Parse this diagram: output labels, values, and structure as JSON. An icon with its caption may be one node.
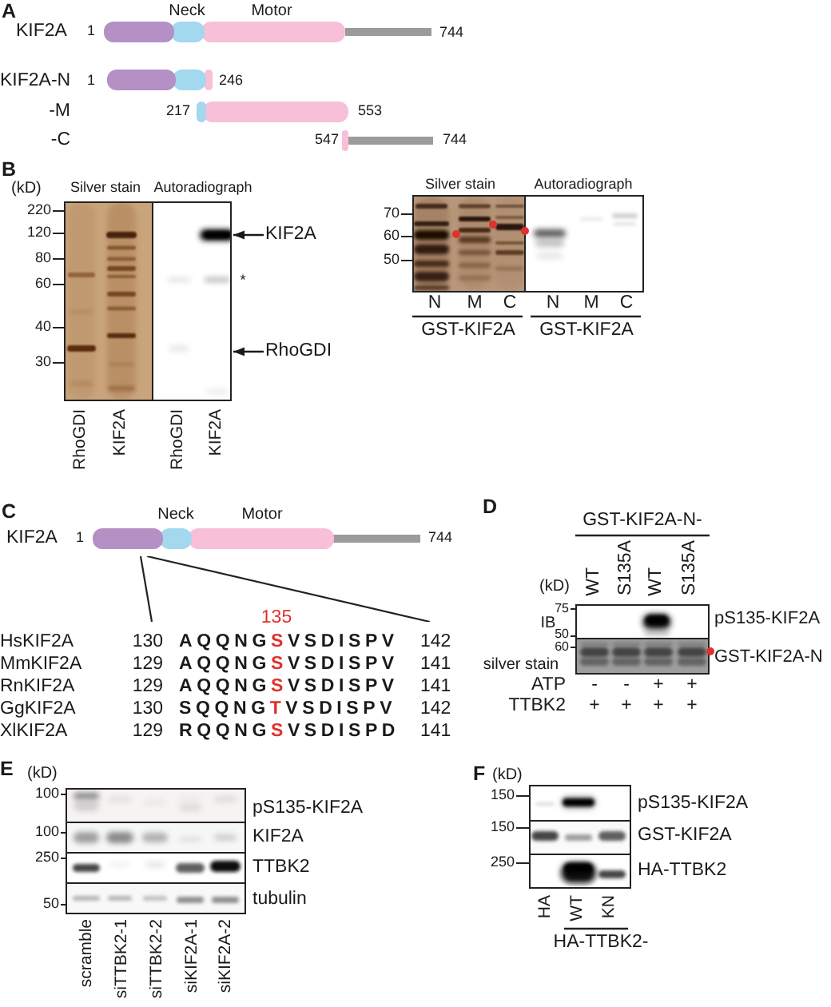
{
  "diagram": {
    "nodes": [
      {
        "text": [],
        "shape": "picture"
      },
      {
        "text": [],
        "shape": "picture"
      },
      {
        "text": [
          "KIF2A"
        ]
      },
      {
        "text": [
          "RhoGDI"
        ]
      }
    ],
    "edges": [
      {
        "from": 2,
        "to": 1,
        "arrow": "to"
      },
      {
        "from": 3,
        "to": 1,
        "arrow": "to"
      }
    ],
    "labels": [
      "A",
      "Neck",
      "Motor",
      "KIF2A",
      "1",
      "744",
      "KIF2A-N",
      "1",
      "246",
      "-M",
      "217",
      "553",
      "-C",
      "547",
      "744",
      "B",
      "(kD)",
      "Silver stain",
      "Autoradiograph",
      "Silver stain",
      "Autoradiograph",
      "220",
      "120",
      "80",
      "60",
      "40",
      "30",
      "*",
      "RhoGDI",
      "KIF2A",
      "RhoGDI",
      "KIF2A",
      "70",
      "60",
      "50",
      "N",
      "M",
      "C",
      "N",
      "M",
      "C",
      "GST-KIF2A",
      "GST-KIF2A",
      "C",
      "Neck",
      "Motor",
      "KIF2A",
      "1",
      "744",
      "135",
      "HsKIF2A",
      "130",
      "AQQNGSVSDISPV",
      "142",
      "MmKIF2A",
      "129",
      "AQQNGSVSDISPV",
      "141",
      "RnKIF2A",
      "129",
      "AQQNGSVSDISPV",
      "141",
      "GgKIF2A",
      "130",
      "SQQNGTVSDISPV",
      "142",
      "XlKIF2A",
      "129",
      "RQQNGSVSDISPD",
      "141",
      "D",
      "GST-KIF2A-N-",
      "WT",
      "S135A",
      "WT",
      "S135A",
      "(kD)",
      "75",
      "IB",
      "50",
      "60",
      "silver stain",
      "pS135-KIF2A",
      "GST-KIF2A-N",
      "ATP",
      "-",
      "-",
      "+",
      "+",
      "TTBK2",
      "+",
      "+",
      "+",
      "+",
      "E",
      "(kD)",
      "100",
      "pS135-KIF2A",
      "100",
      "KIF2A",
      "250",
      "TTBK2",
      "50",
      "tubulin",
      "scramble",
      "siTTBK2-1",
      "siTTBK2-2",
      "siKIF2A-1",
      "siKIF2A-2",
      "F",
      "(kD)",
      "150",
      "pS135-KIF2A",
      "150",
      "GST-KIF2A",
      "250",
      "HA-TTBK2",
      "HA",
      "WT",
      "KN",
      "HA-TTBK2-"
    ]
  }
}
